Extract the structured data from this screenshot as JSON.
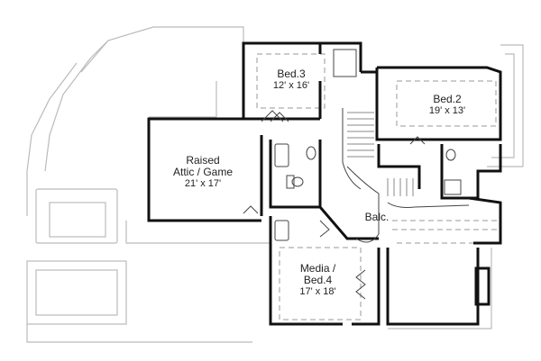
{
  "plan": {
    "rooms": [
      {
        "id": "bed3",
        "name": "Bed.3",
        "dims": "12' x 16'"
      },
      {
        "id": "bed2",
        "name": "Bed.2",
        "dims": "19' x 13'"
      },
      {
        "id": "attic",
        "name_line1": "Raised",
        "name_line2": "Attic / Game",
        "dims": "21' x 17'"
      },
      {
        "id": "media",
        "name_line1": "Media /",
        "name_line2": "Bed.4",
        "dims": "17' x 18'"
      },
      {
        "id": "balc",
        "name": "Balc."
      }
    ],
    "colors": {
      "wall": "#111111",
      "light": "#bbbbbb",
      "dash": "#999999"
    }
  }
}
